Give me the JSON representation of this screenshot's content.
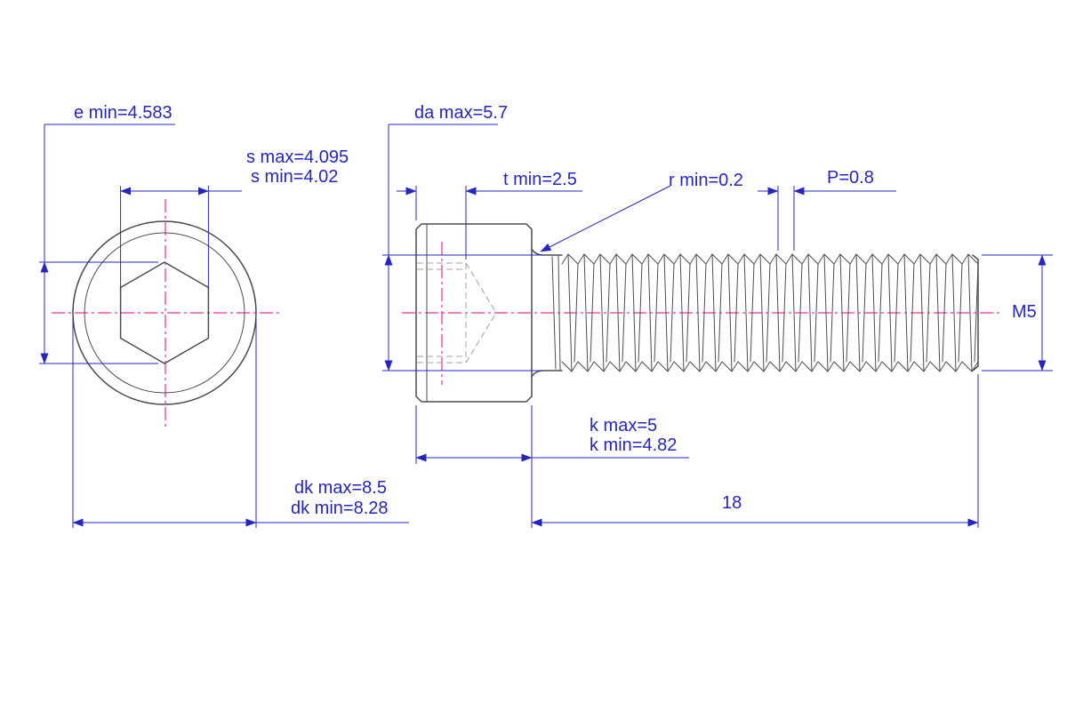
{
  "colors": {
    "dimension": "#2525c0",
    "centerline": "#e6007e",
    "object": "#4d4d4d",
    "hidden": "#a0a0a0",
    "background": "#ffffff"
  },
  "labels": {
    "e_min": "e min=4.583",
    "da_max": "da max=5.7",
    "s_max": "s max=4.095",
    "s_min": "s min=4.02",
    "t_min": "t min=2.5",
    "r_min": "r min=0.2",
    "pitch": "P=0.8",
    "thread_size": "M5",
    "k_max": "k max=5",
    "k_min": "k min=4.82",
    "dk_max": "dk max=8.5",
    "dk_min": "dk min=8.28",
    "length": "18"
  }
}
